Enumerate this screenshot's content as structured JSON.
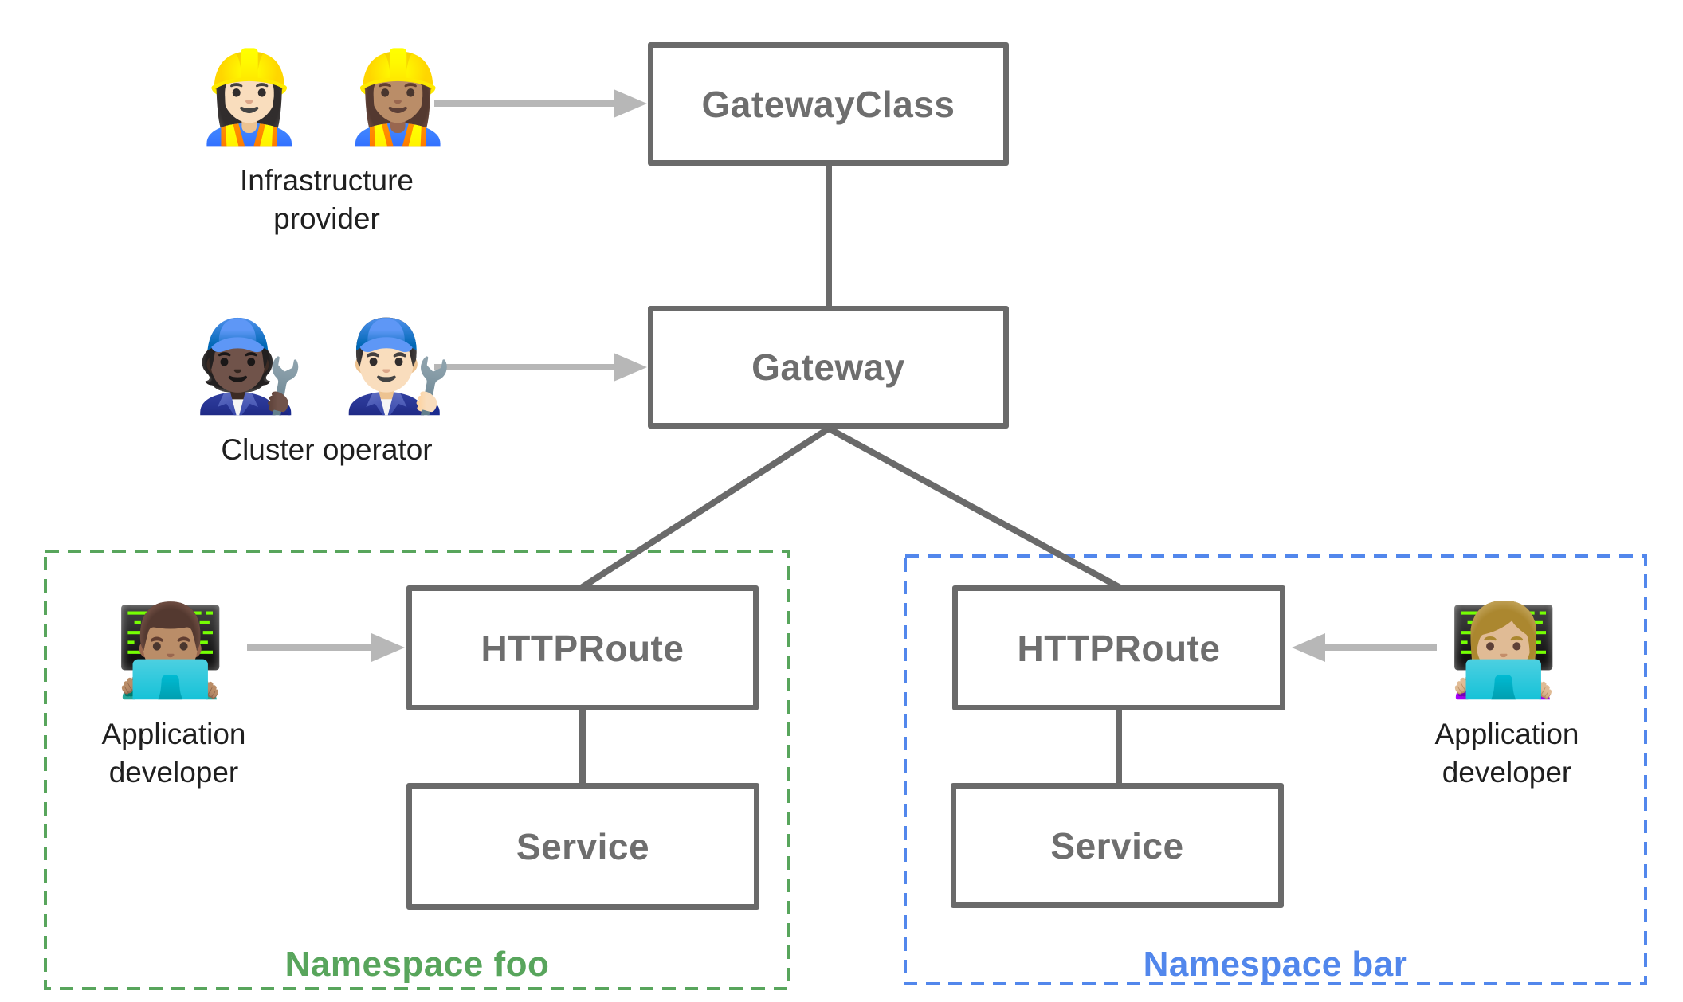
{
  "colors": {
    "box-border": "#6a6a6a",
    "box-text": "#6e6e6e",
    "connector": "#6a6a6a",
    "arrow": "#b7b7b7",
    "ns-foo": "#58a55c",
    "ns-bar": "#5287ec",
    "label": "#1f1f1f",
    "bg": "#ffffff"
  },
  "nodes": {
    "gateway_class": "GatewayClass",
    "gateway": "Gateway",
    "httproute_foo": "HTTPRoute",
    "httproute_bar": "HTTPRoute",
    "service_foo": "Service",
    "service_bar": "Service"
  },
  "actors": {
    "infrastructure_provider": {
      "emoji": "👷🏻‍♀️ 👷🏽‍♀️",
      "label": "Infrastructure provider"
    },
    "cluster_operator": {
      "emoji": "🧑🏿‍🔧 👨🏻‍🔧",
      "label": "Cluster operator"
    },
    "app_developer_foo": {
      "emoji": "👨🏽‍💻",
      "label": "Application developer"
    },
    "app_developer_bar": {
      "emoji": "👩🏼‍💻",
      "label": "Application developer"
    }
  },
  "namespaces": {
    "foo": {
      "label": "Namespace foo"
    },
    "bar": {
      "label": "Namespace bar"
    }
  }
}
